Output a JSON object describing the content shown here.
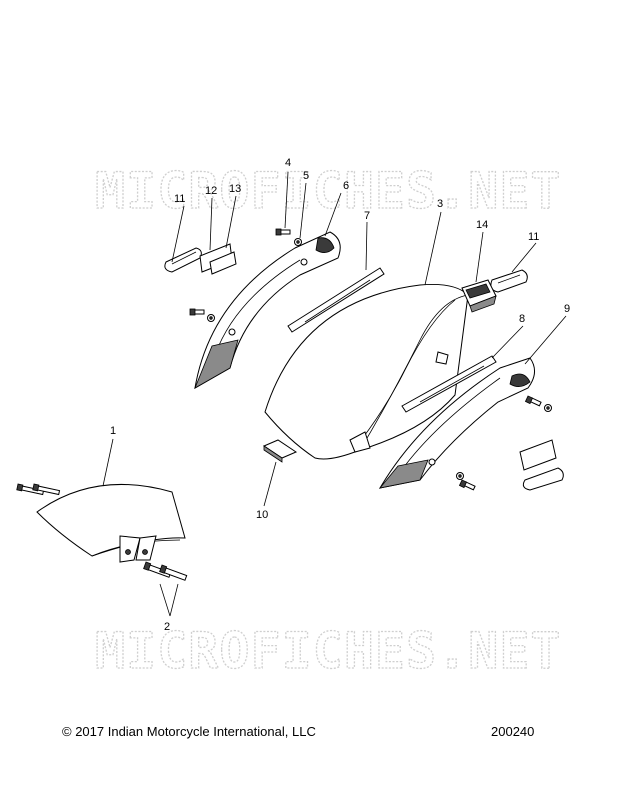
{
  "watermark": "MICROFICHES.NET",
  "callouts": [
    "1",
    "2",
    "3",
    "4",
    "5",
    "6",
    "7",
    "8",
    "9",
    "10",
    "11",
    "11",
    "12",
    "13",
    "14"
  ],
  "footer": {
    "copyright": "© 2017 Indian Motorcycle International, LLC",
    "doc_number": "200240"
  }
}
